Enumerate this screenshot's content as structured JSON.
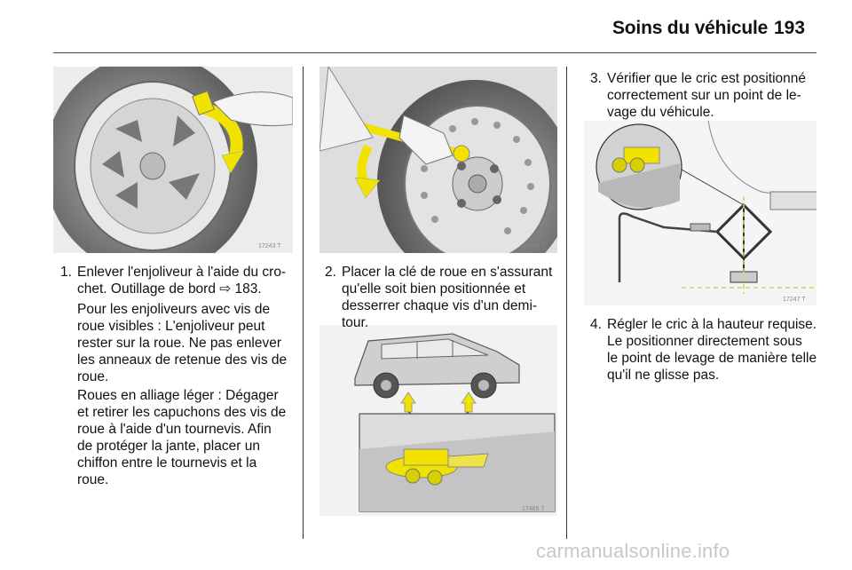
{
  "header": {
    "title": "Soins du véhicule",
    "page_number": "193"
  },
  "figures": {
    "hubcap": {
      "code": "17243 T"
    },
    "wrench": {
      "code": "17245 T"
    },
    "car_jack_points": {
      "code": "17465 T"
    },
    "jack_position": {
      "code": "17247 T"
    }
  },
  "steps": {
    "s1": {
      "number": "1.",
      "lines": [
        "Enlever l'enjoliveur à l'aide du cro-",
        "chet. Outillage de bord ⇨ 183."
      ]
    },
    "s1_p1": {
      "lines": [
        "Pour les enjoliveurs avec vis de",
        "roue visibles : L'enjoliveur peut",
        "rester sur la roue. Ne pas enlever",
        "les anneaux de retenue des vis de",
        "roue."
      ]
    },
    "s1_p2": {
      "lines": [
        "Roues en alliage léger : Dégager",
        "et retirer les capuchons des vis de",
        "roue à l'aide d'un tournevis. Afin",
        "de protéger la jante, placer un",
        "chiffon entre le tournevis et la",
        "roue."
      ]
    },
    "s2": {
      "number": "2.",
      "lines": [
        "Placer la clé de roue en s'assurant",
        "qu'elle soit bien positionnée et",
        "desserrer chaque vis d'un demi-",
        "tour."
      ]
    },
    "s3": {
      "number": "3.",
      "lines": [
        "Vérifier que le cric est positionné",
        "correctement sur un point de le-",
        "vage du véhicule."
      ]
    },
    "s4": {
      "number": "4.",
      "lines": [
        "Régler le cric à la hauteur requise.",
        "Le positionner directement sous",
        "le point de levage de manière telle",
        "qu'il ne glisse pas."
      ]
    }
  },
  "watermark": "carmanualsonline.info",
  "colors": {
    "accent_yellow": "#f2e200",
    "figure_bg": "#ececec",
    "text": "#111111"
  }
}
